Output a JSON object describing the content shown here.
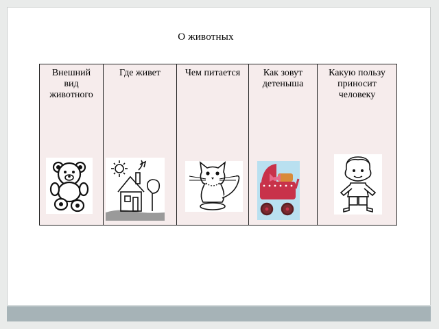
{
  "slide": {
    "title": "О животных"
  },
  "table": {
    "headers": [
      {
        "line1": "Внешний",
        "line2": "вид",
        "line3": "животного",
        "image": "teddy-bear-drawing"
      },
      {
        "line1": "Где живет",
        "line2": "",
        "line3": "",
        "image": "house-with-sun-drawing"
      },
      {
        "line1": "Чем питается",
        "line2": "",
        "line3": "",
        "image": "cat-with-bowl-drawing"
      },
      {
        "line1": "Как зовут",
        "line2": "детеныша",
        "line3": "",
        "image": "baby-stroller-drawing"
      },
      {
        "line1": "Какую пользу",
        "line2": "приносит",
        "line3": "человеку",
        "image": "child-drawing"
      }
    ]
  },
  "colors": {
    "table_bg": "#f6ecec",
    "footer_bar": "#a6b3b7",
    "stroller_red": "#c8324a",
    "stroller_blue": "#b9e0f0"
  }
}
